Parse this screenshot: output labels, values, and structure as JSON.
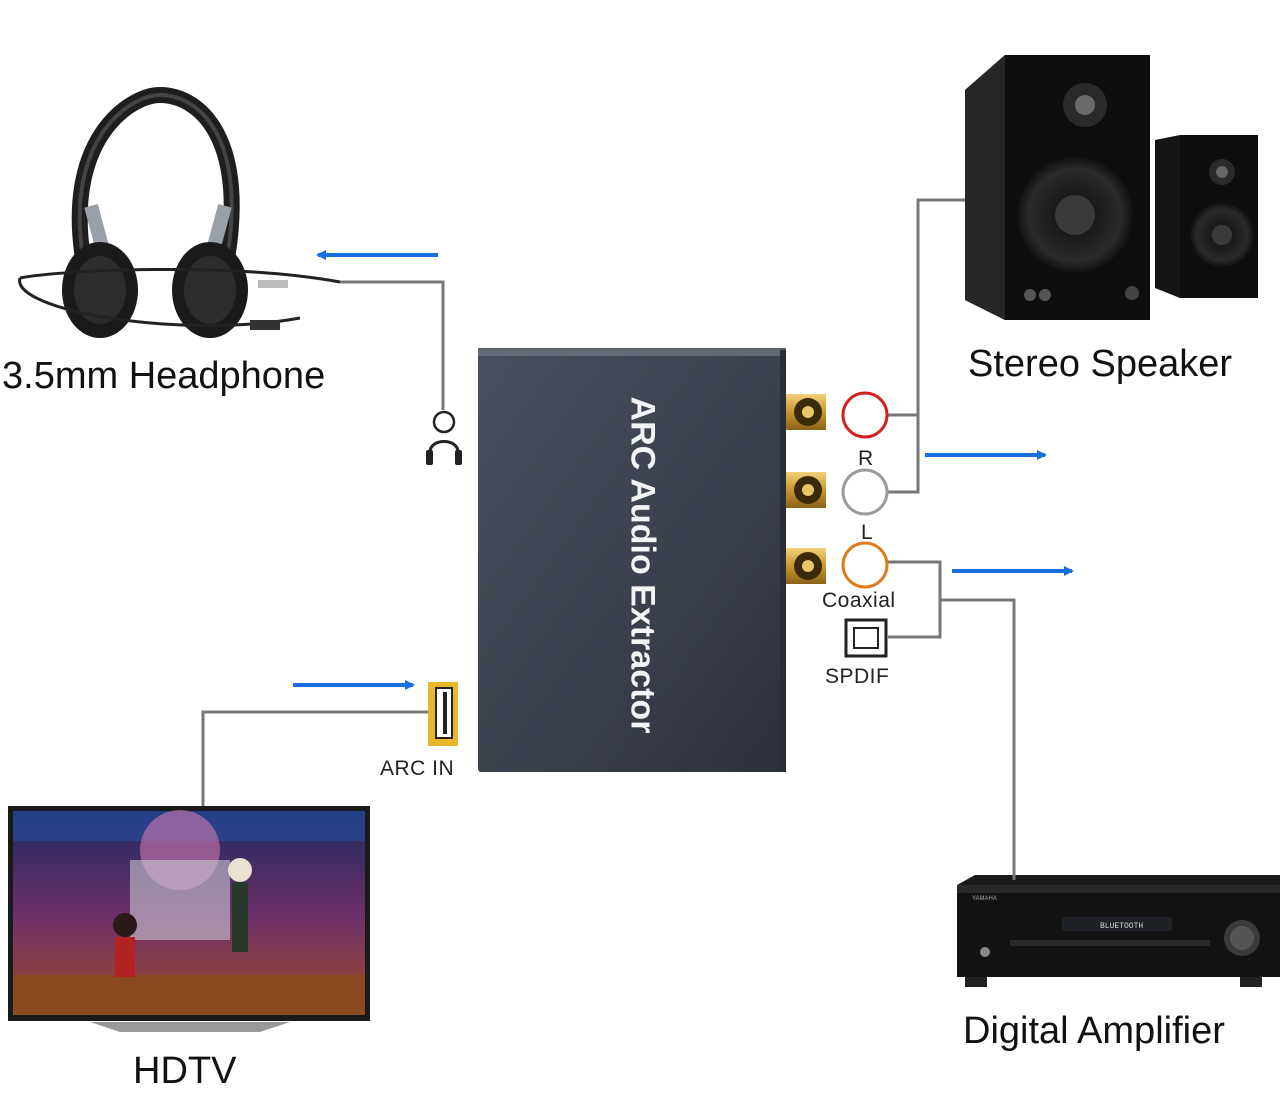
{
  "device": {
    "name": "ARC Audio Extractor"
  },
  "labels": {
    "headphone": "3.5mm Headphone",
    "speaker": "Stereo Speaker",
    "tv": "HDTV",
    "amplifier": "Digital Amplifier",
    "arc_in": "ARC IN",
    "right": "R",
    "left": "L",
    "coaxial": "Coaxial",
    "spdif": "SPDIF"
  },
  "amplifier_display": "BLUETOOTH",
  "amplifier_brand": "YAMAHA",
  "colors": {
    "arrow": "#1a6fe0",
    "rca_right": "#d42020",
    "rca_left": "#9a9a9a",
    "coaxial": "#e07a1a",
    "device_body": "#3d4250",
    "connector_gold": "#d7a73a"
  },
  "icons": [
    "headphone-jack-icon",
    "hdmi-port-icon",
    "optical-port-icon"
  ]
}
